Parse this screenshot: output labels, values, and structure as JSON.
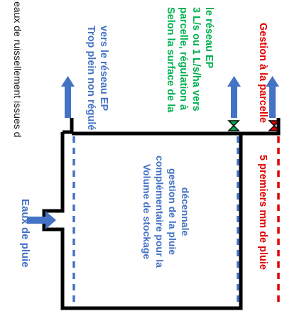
{
  "top_caption": "eaux de ruissellement issues d",
  "colors": {
    "blue": "#4472c4",
    "green": "#00b050",
    "red": "#e00000",
    "wall": "#000000"
  },
  "inflow": {
    "label": "Eaux de pluie"
  },
  "overflow": {
    "line1": "Trop plein non régulé",
    "line2": "vers le réseau EP"
  },
  "regulated": {
    "line1": "Selon la surface de la",
    "line2": "parcelle, régulation à",
    "line3": "3 L/s ou 1 L/s/ha vers",
    "line4": "le réseau EP"
  },
  "storage": {
    "line1": "Volume de stockage",
    "line2": "complémentaire pour la",
    "line3": "gestion de la pluie",
    "line4": "décennale"
  },
  "parcel": {
    "label": "Gestion à la parcelle"
  },
  "first_mm": {
    "label": "5 premiers mm de pluie"
  }
}
